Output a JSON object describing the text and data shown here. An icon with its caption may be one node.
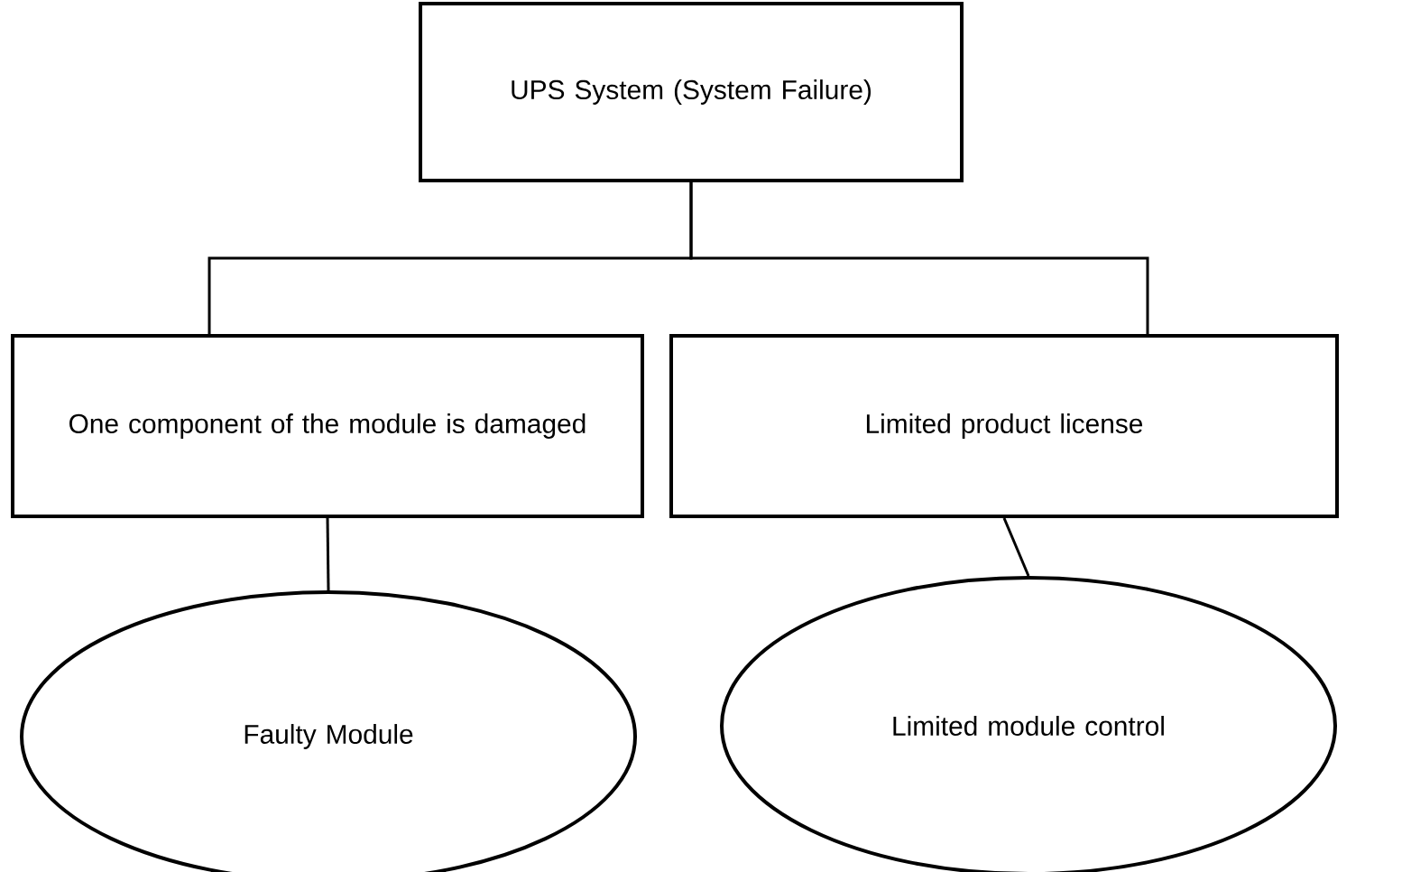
{
  "diagram": {
    "nodes": [
      {
        "text": [
          "UPS System (System Failure)"
        ]
      },
      {
        "text": [
          "One component of the module is damaged"
        ]
      },
      {
        "text": [
          "Limited product license"
        ]
      },
      {
        "text": [
          "Faulty Module"
        ]
      },
      {
        "text": [
          "Limited module control"
        ]
      }
    ],
    "edges": [
      {
        "from": 0,
        "to": 1,
        "arrow": "none"
      },
      {
        "from": 0,
        "to": 2,
        "arrow": "none"
      },
      {
        "from": 1,
        "to": 3,
        "arrow": "none"
      },
      {
        "from": 2,
        "to": 4,
        "arrow": "none"
      }
    ]
  }
}
